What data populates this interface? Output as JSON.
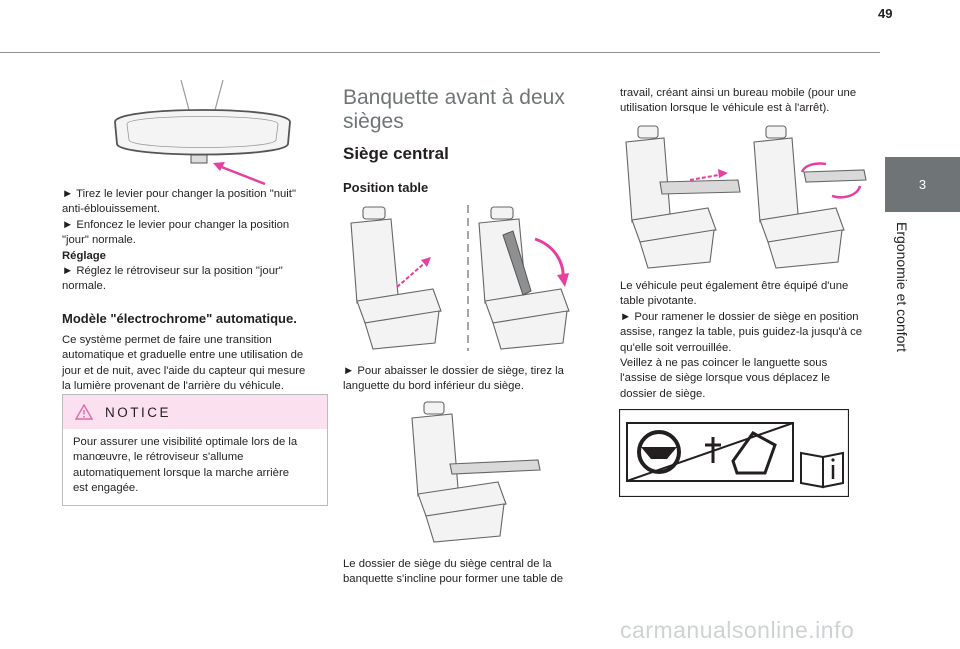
{
  "page_number": "49",
  "chapter": {
    "tab": "3",
    "title": "Ergonomie et confort"
  },
  "col1": {
    "line1": "► Tirez le levier pour changer la position \"nuit\"",
    "line2": "anti-éblouissement.",
    "line3": "► Enfoncez le levier pour changer la position",
    "line4": "\"jour\" normale.",
    "reglage": "Réglage",
    "line5": "► Réglez le rétroviseur sur la position \"jour\"",
    "line6": "normale.",
    "heading": "Modèle \"électrochrome\" automatique.",
    "p1": "Ce système permet de faire une transition",
    "p2": "automatique et graduelle entre une utilisation de",
    "p3": "jour et de nuit, avec l'aide du capteur qui mesure",
    "p4": "la lumière provenant de l'arrière du véhicule.",
    "notice_title": "NOTICE",
    "n1": "Pour assurer une visibilité optimale lors de la",
    "n2": "manœuvre, le rétroviseur s'allume",
    "n3": "automatiquement lorsque la marche arrière",
    "n4": "est engagée."
  },
  "col2": {
    "title1": "Banquette avant à deux",
    "title2": "sièges",
    "subtitle": "Siège central",
    "subsub": "Position table",
    "c1": "► Pour abaisser le dossier de siège, tirez la",
    "c2": "languette du bord inférieur du siège.",
    "d1": "Le dossier de siège du siège central de la",
    "d2": "banquette s'incline pour former une table de"
  },
  "col3": {
    "a1": "travail, créant ainsi un bureau mobile (pour une",
    "a2": "utilisation lorsque le véhicule est à l'arrêt).",
    "b1": "Le véhicule peut également être équipé d'une",
    "b2": "table pivotante.",
    "b3": "► Pour ramener le dossier de siège en position",
    "b4": "assise, rangez la table, puis guidez-la jusqu'à ce",
    "b5": "qu'elle soit verrouillée.",
    "b6": "Veillez à ne pas coincer le languette sous",
    "b7": "l'assise de siège lorsque vous déplacez le",
    "b8": "dossier de siège."
  },
  "watermark": "carmanualsonline.info",
  "colors": {
    "accent": "#6f7577",
    "notice_bg": "#fbe1f0",
    "arrow": "#e63fa0"
  },
  "icons": [
    "mirror-illustration",
    "warning-triangle-icon",
    "seat-illustration",
    "airbag-warning-icon",
    "info-book-icon"
  ]
}
